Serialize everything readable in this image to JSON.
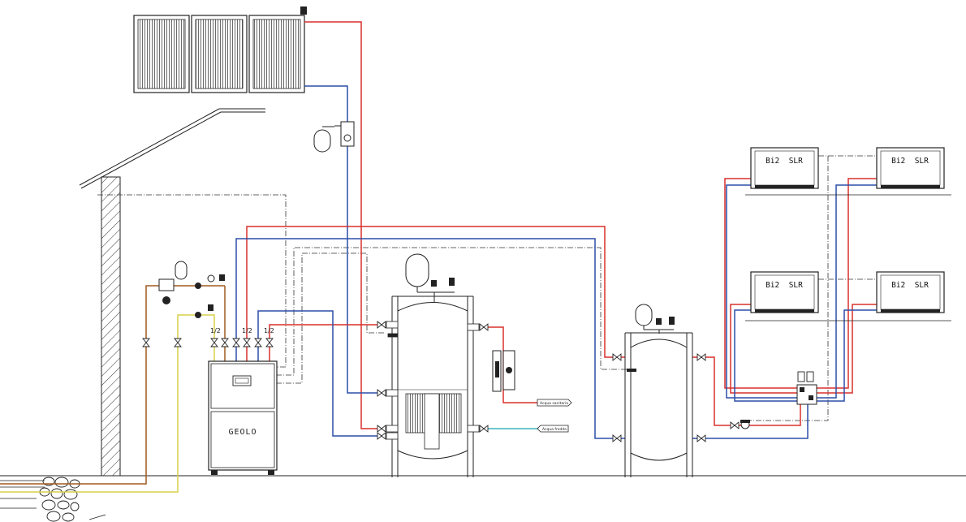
{
  "boiler": {
    "label": "GEOLO"
  },
  "fan_coils": [
    {
      "label": "Bi2  SLR"
    },
    {
      "label": "Bi2  SLR"
    },
    {
      "label": "Bi2  SLR"
    },
    {
      "label": "Bi2  SLR"
    }
  ],
  "dhw_outputs": {
    "hot_label": "Acqua sanitaria",
    "cold_label": "Acqua fredda"
  },
  "connection_numbers": [
    "1/2",
    "1/2",
    "1/2"
  ],
  "colors": {
    "flow": "#d8302c",
    "return": "#2c4ea8",
    "gas": "#a05a1e",
    "yellow": "#d8d04a",
    "cold_water": "#3cb6c0",
    "line": "#222222"
  }
}
